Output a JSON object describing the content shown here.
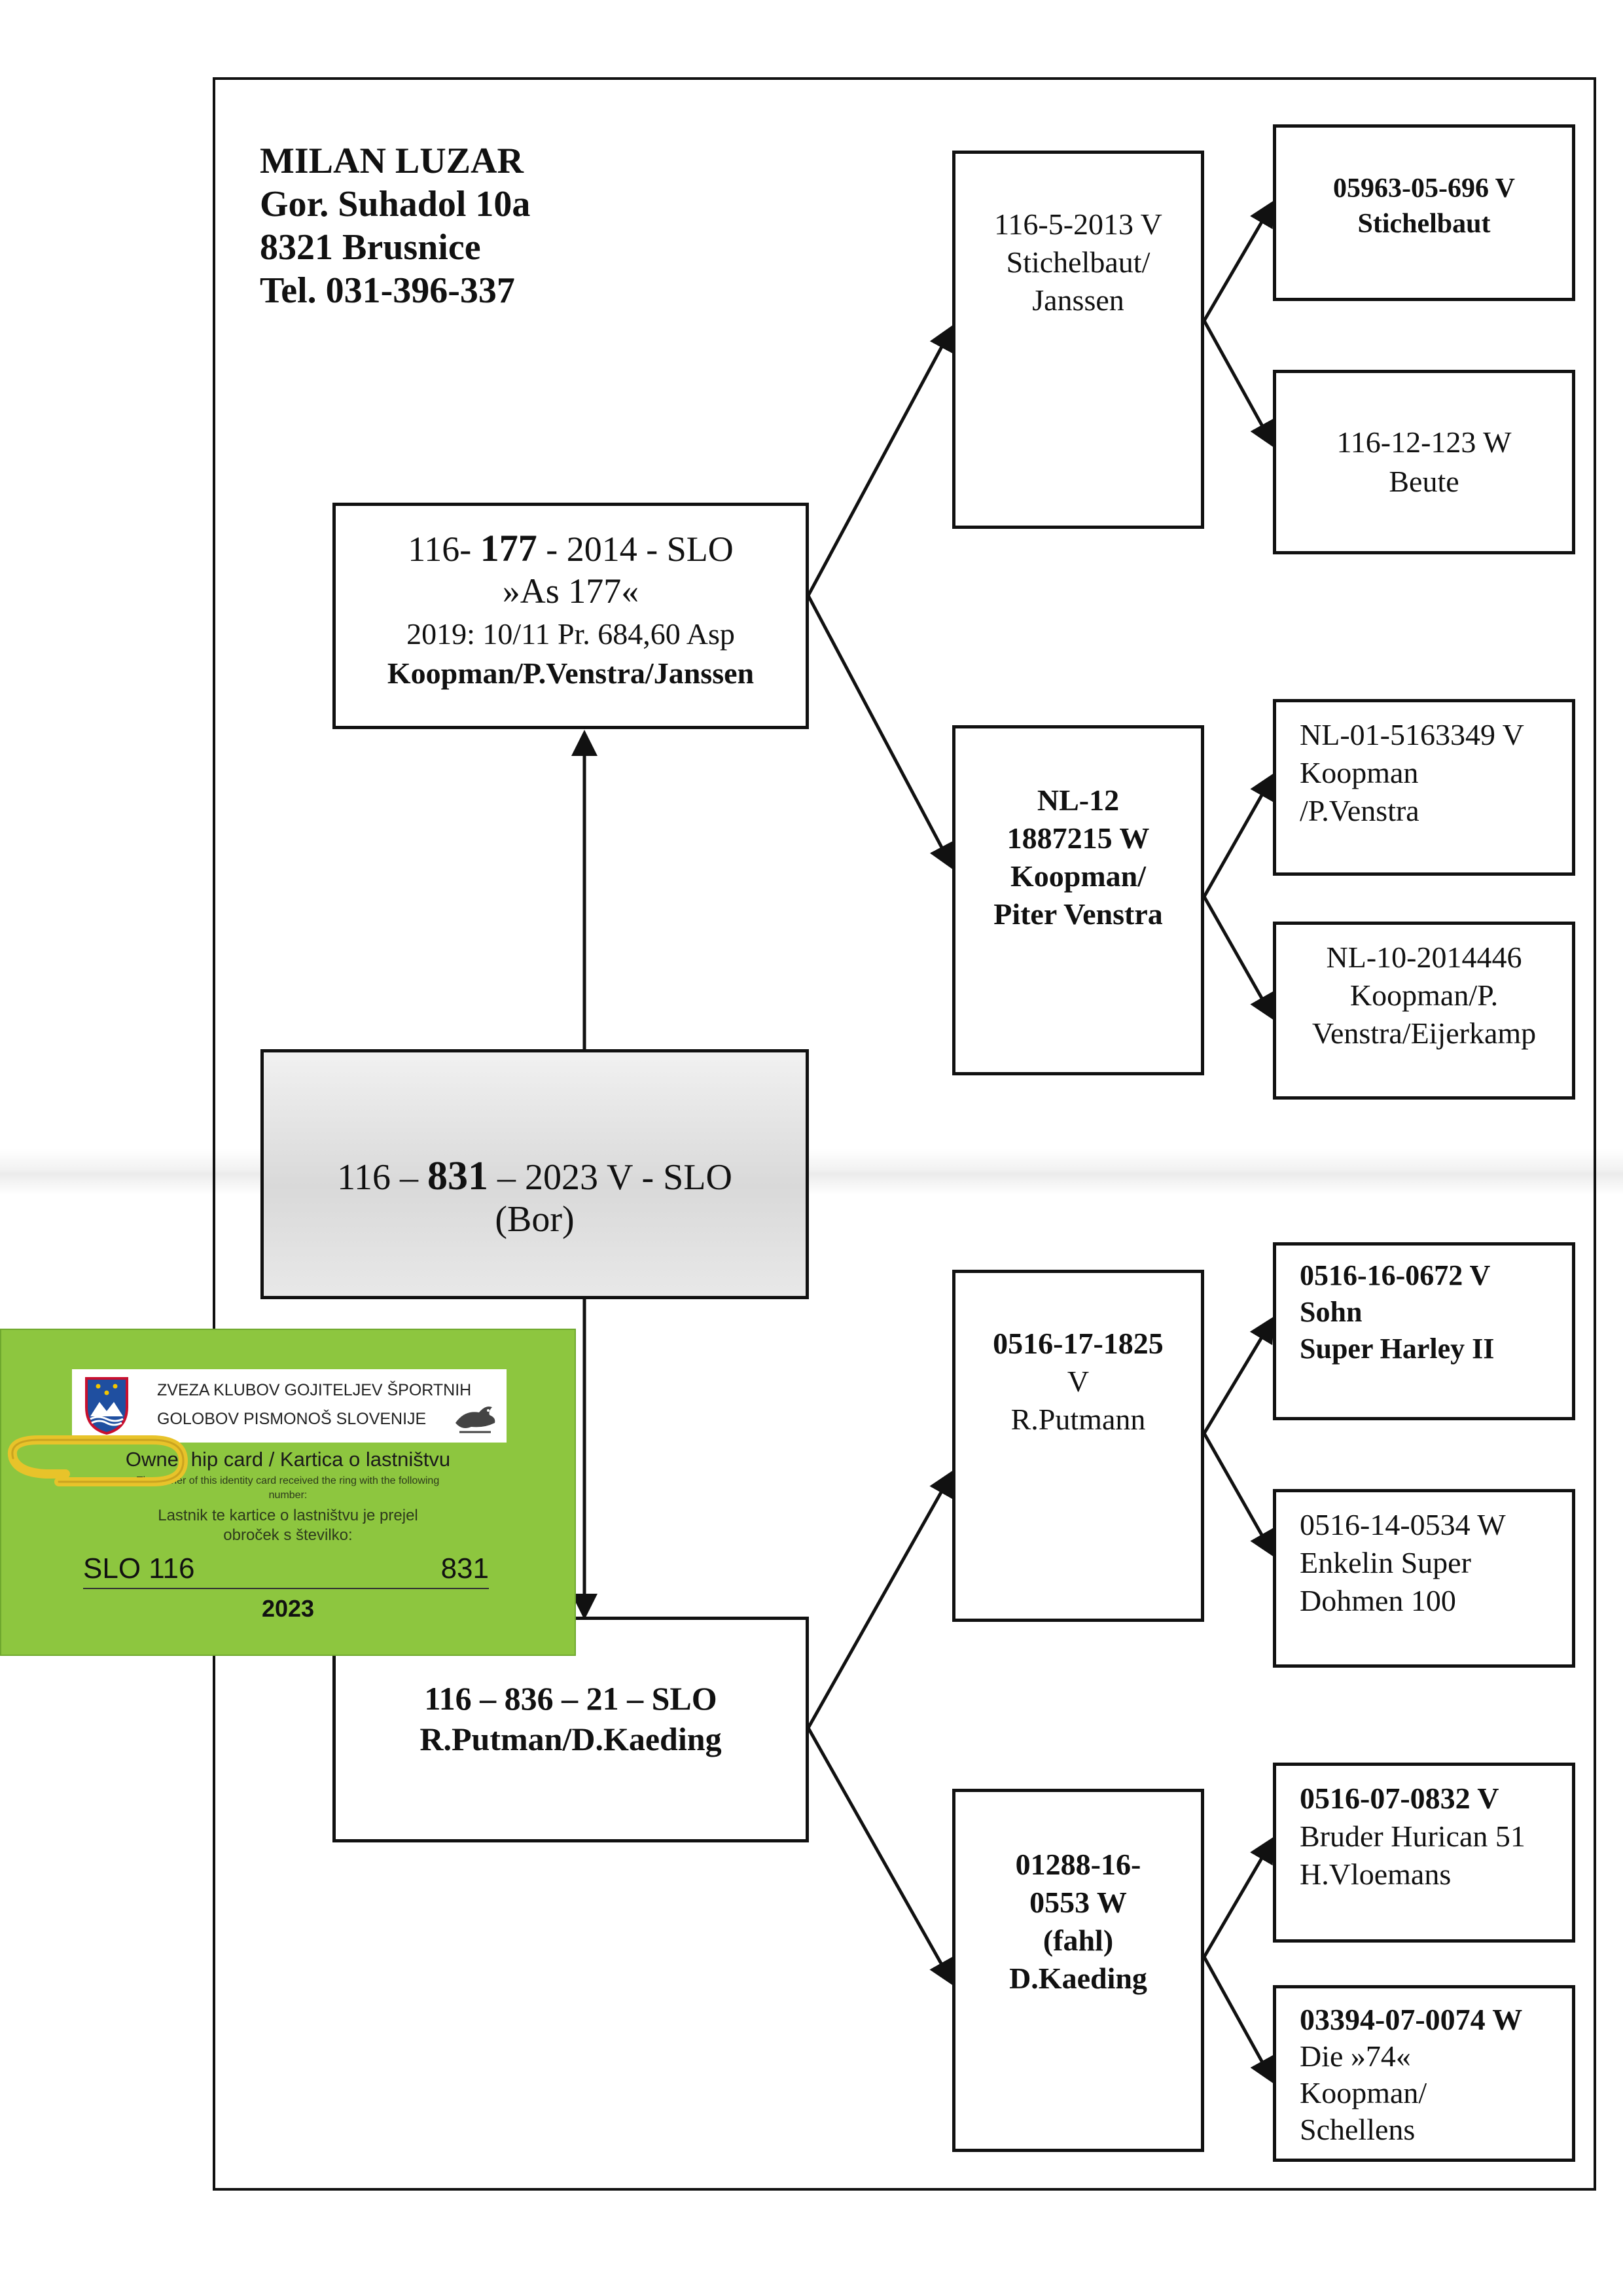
{
  "owner": {
    "name": "MILAN LUZAR",
    "street": "Gor. Suhadol 10a",
    "city": "8321 Brusnice",
    "phone": "Tel. 031-396-337"
  },
  "subject": {
    "pre": "116 – ",
    "num": "831",
    "post": " – 2023 V - SLO",
    "name": "(Bor)"
  },
  "sire": {
    "pre": "116- ",
    "num": "177",
    "post": " - 2014 - SLO",
    "name": "»As 177«",
    "result": "2019: 10/11 Pr. 684,60 Asp",
    "breeder": "Koopman/P.Venstra/Janssen"
  },
  "dam": {
    "line1": "116 – 836 – 21 – SLO",
    "line2": "R.Putman/D.Kaeding"
  },
  "gen2": {
    "ss": [
      "116-5-2013 V",
      "Stichelbaut/",
      "Janssen"
    ],
    "sd": [
      "NL-12",
      "1887215 W",
      "Koopman/",
      "Piter Venstra"
    ],
    "ds": [
      "0516-17-1825",
      "V",
      "R.Putmann"
    ],
    "dd": [
      "01288-16-",
      "0553 W",
      "(fahl)",
      "D.Kaeding"
    ]
  },
  "gen3": {
    "sss": [
      "05963-05-696 V",
      "Stichelbaut"
    ],
    "ssd": [
      "116-12-123 W",
      "Beute"
    ],
    "sds": [
      "NL-01-5163349 V",
      "Koopman",
      "/P.Venstra"
    ],
    "sdd": [
      "NL-10-2014446",
      "Koopman/P.",
      "Venstra/Eijerkamp"
    ],
    "dss": [
      "0516-16-0672 V",
      "Sohn",
      "Super Harley II"
    ],
    "dsd": [
      "0516-14-0534 W",
      "Enkelin Super",
      "Dohmen 100"
    ],
    "dds": [
      "0516-07-0832 V",
      "Bruder Hurican 51",
      "H.Vloemans"
    ],
    "ddd": [
      "03394-07-0074 W",
      "Die »74«",
      "Koopman/",
      "Schellens"
    ]
  },
  "card": {
    "org_line1": "ZVEZA KLUBOV GOJITELJEV ŠPORTNIH",
    "org_line2": "GOLOBOV PISMONOŠ SLOVENIJE",
    "title": "Owner hip card / Kartica o lastništvu",
    "en_text1": "The owner of this identity card received the ring with the following",
    "en_text2": "number:",
    "sl_text1": "Lastnik te kartice o lastništvu je prejel",
    "sl_text2": "obroček s številko:",
    "ring_prefix": "SLO 116",
    "ring_number": "831",
    "year": "2023",
    "colors": {
      "card": "#8dc63f",
      "clip": "#e8c32a"
    }
  }
}
